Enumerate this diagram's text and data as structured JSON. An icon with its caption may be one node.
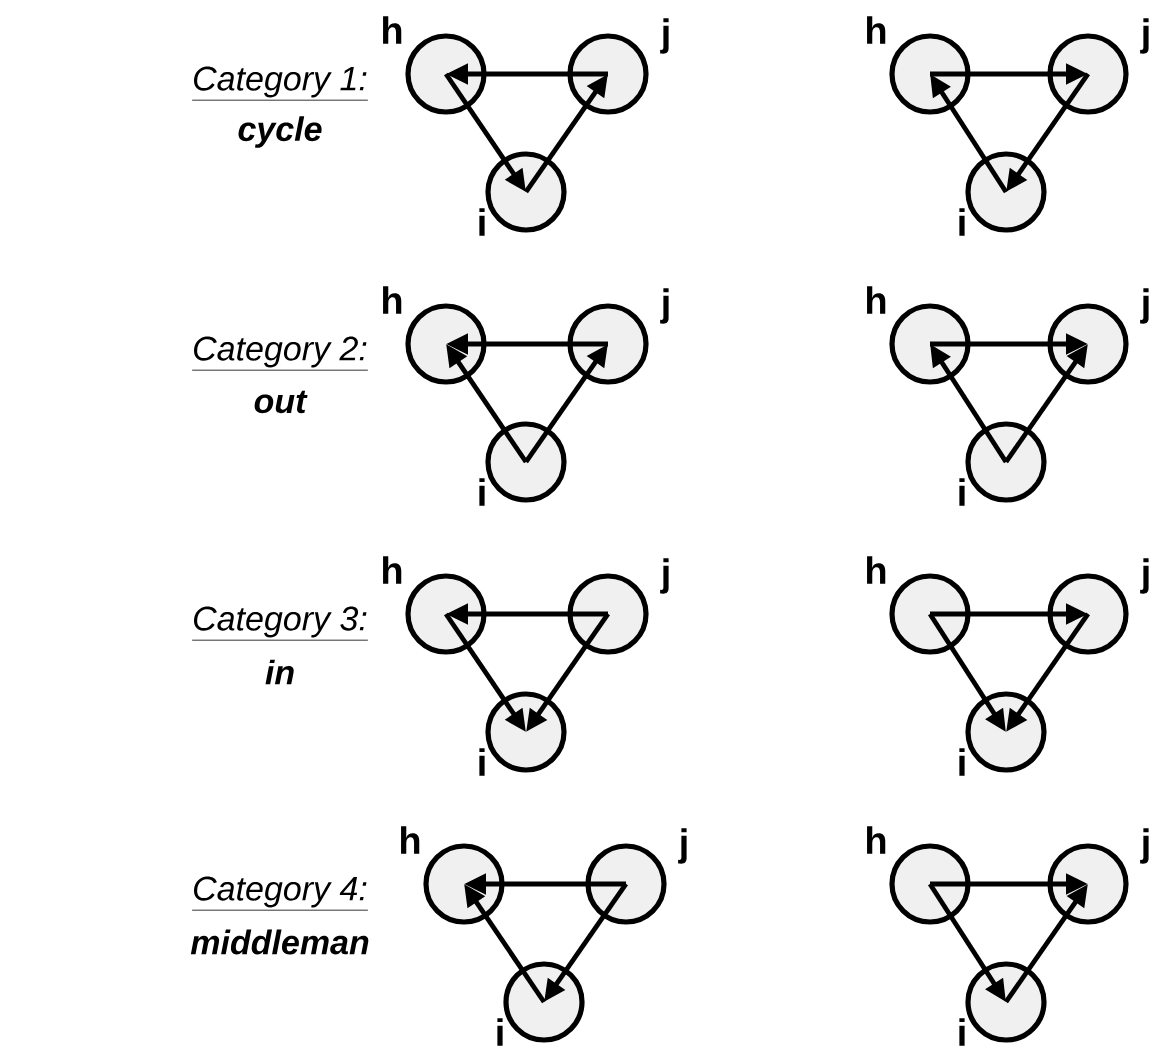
{
  "diagram": {
    "nodes": [
      {
        "text": [],
        "shape": "circle",
        "beside": [
          "h"
        ]
      },
      {
        "text": [],
        "shape": "circle",
        "beside": [
          "j"
        ]
      },
      {
        "text": [],
        "shape": "circle",
        "beside": [
          "i"
        ]
      },
      {
        "text": [],
        "shape": "circle",
        "beside": [
          "h"
        ]
      },
      {
        "text": [],
        "shape": "circle",
        "beside": [
          "j"
        ]
      },
      {
        "text": [],
        "shape": "circle",
        "beside": [
          "i"
        ]
      },
      {
        "text": [],
        "shape": "circle",
        "beside": [
          "h"
        ]
      },
      {
        "text": [],
        "shape": "circle",
        "beside": [
          "j"
        ]
      },
      {
        "text": [],
        "shape": "circle",
        "beside": [
          "i"
        ]
      },
      {
        "text": [],
        "shape": "circle",
        "beside": [
          "h"
        ]
      },
      {
        "text": [],
        "shape": "circle",
        "beside": [
          "j"
        ]
      },
      {
        "text": [],
        "shape": "circle",
        "beside": [
          "i"
        ]
      },
      {
        "text": [],
        "shape": "circle",
        "beside": [
          "h"
        ]
      },
      {
        "text": [],
        "shape": "circle",
        "beside": [
          "j"
        ]
      },
      {
        "text": [],
        "shape": "circle",
        "beside": [
          "i"
        ]
      },
      {
        "text": [],
        "shape": "circle",
        "beside": [
          "h"
        ]
      },
      {
        "text": [],
        "shape": "circle",
        "beside": [
          "j"
        ]
      },
      {
        "text": [],
        "shape": "circle",
        "beside": [
          "i"
        ]
      },
      {
        "text": [],
        "shape": "circle",
        "beside": [
          "h"
        ]
      },
      {
        "text": [],
        "shape": "circle",
        "beside": [
          "j"
        ]
      },
      {
        "text": [],
        "shape": "circle",
        "beside": [
          "i"
        ]
      },
      {
        "text": [],
        "shape": "circle",
        "beside": [
          "h"
        ]
      },
      {
        "text": [],
        "shape": "circle",
        "beside": [
          "j"
        ]
      },
      {
        "text": [],
        "shape": "circle",
        "beside": [
          "i"
        ]
      }
    ],
    "edges": [
      {
        "from": 1,
        "to": 0,
        "arrow": "to"
      },
      {
        "from": 0,
        "to": 2,
        "arrow": "to"
      },
      {
        "from": 2,
        "to": 1,
        "arrow": "to"
      },
      {
        "from": 3,
        "to": 4,
        "arrow": "to"
      },
      {
        "from": 4,
        "to": 5,
        "arrow": "to"
      },
      {
        "from": 5,
        "to": 3,
        "arrow": "to"
      },
      {
        "from": 7,
        "to": 6,
        "arrow": "to"
      },
      {
        "from": 8,
        "to": 6,
        "arrow": "to"
      },
      {
        "from": 8,
        "to": 7,
        "arrow": "to"
      },
      {
        "from": 9,
        "to": 10,
        "arrow": "to"
      },
      {
        "from": 11,
        "to": 9,
        "arrow": "to"
      },
      {
        "from": 11,
        "to": 10,
        "arrow": "to"
      },
      {
        "from": 13,
        "to": 12,
        "arrow": "to"
      },
      {
        "from": 12,
        "to": 14,
        "arrow": "to"
      },
      {
        "from": 13,
        "to": 14,
        "arrow": "to"
      },
      {
        "from": 15,
        "to": 16,
        "arrow": "to"
      },
      {
        "from": 15,
        "to": 17,
        "arrow": "to"
      },
      {
        "from": 16,
        "to": 17,
        "arrow": "to"
      },
      {
        "from": 19,
        "to": 18,
        "arrow": "to"
      },
      {
        "from": 20,
        "to": 18,
        "arrow": "to"
      },
      {
        "from": 19,
        "to": 20,
        "arrow": "to"
      },
      {
        "from": 21,
        "to": 22,
        "arrow": "to"
      },
      {
        "from": 21,
        "to": 23,
        "arrow": "to"
      },
      {
        "from": 23,
        "to": 22,
        "arrow": "to"
      }
    ],
    "labels": [
      "Category 1:",
      "cycle",
      "Category 2:",
      "out",
      "Category 3:",
      "in",
      "Category 4:",
      "middleman"
    ]
  }
}
